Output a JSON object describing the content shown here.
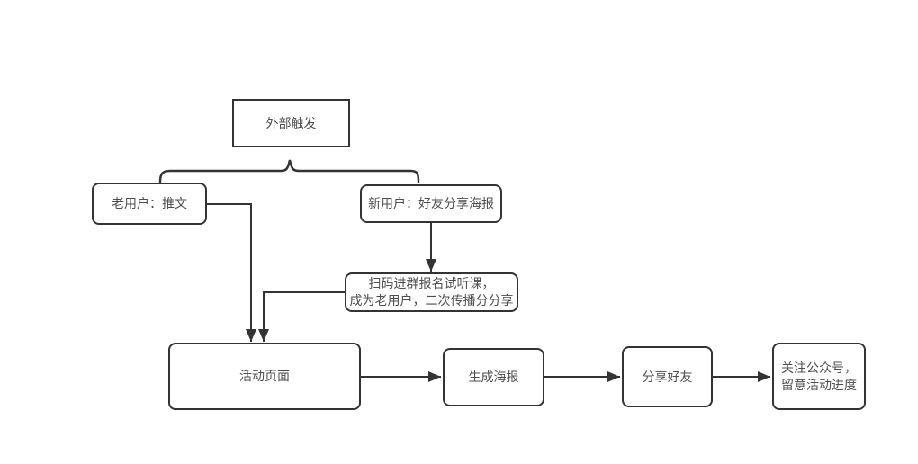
{
  "diagram": {
    "background_color": "#ffffff",
    "stroke_color": "#333333",
    "text_color": "#4d4d4d",
    "nodes": {
      "external_trigger": {
        "label": "外部触发",
        "shape": "rectangle"
      },
      "old_user": {
        "label": "老用户：推文",
        "shape": "rounded"
      },
      "new_user": {
        "label": "新用户：好友分享海报",
        "shape": "rounded"
      },
      "scan_code": {
        "line1": "扫码进群报名试听课，",
        "line2": "成为老用户，二次传播分分享",
        "shape": "rounded"
      },
      "activity_page": {
        "label": "活动页面",
        "shape": "rounded"
      },
      "generate_poster": {
        "label": "生成海报",
        "shape": "rounded"
      },
      "share_friends": {
        "label": "分享好友",
        "shape": "rounded"
      },
      "follow_account": {
        "line1": "关注公众号，",
        "line2": "留意活动进度",
        "shape": "rounded"
      }
    },
    "edges": [
      {
        "from": "external_trigger",
        "to": "old_user",
        "type": "brace"
      },
      {
        "from": "external_trigger",
        "to": "new_user",
        "type": "brace"
      },
      {
        "from": "new_user",
        "to": "scan_code",
        "type": "arrow"
      },
      {
        "from": "old_user",
        "to": "activity_page",
        "type": "arrow"
      },
      {
        "from": "scan_code",
        "to": "activity_page",
        "type": "arrow"
      },
      {
        "from": "activity_page",
        "to": "generate_poster",
        "type": "arrow"
      },
      {
        "from": "generate_poster",
        "to": "share_friends",
        "type": "arrow"
      },
      {
        "from": "share_friends",
        "to": "follow_account",
        "type": "arrow"
      }
    ]
  }
}
